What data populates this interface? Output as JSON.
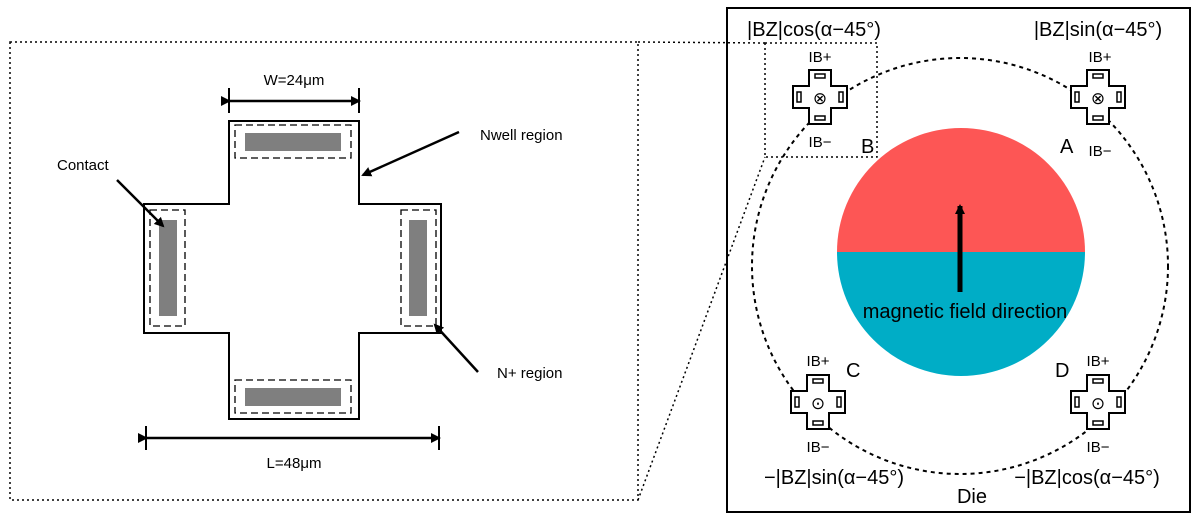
{
  "left_panel": {
    "width_label": "W=24μm",
    "length_label": "L=48μm",
    "contact_label": "Contact",
    "nwell_label": "Nwell region",
    "nplus_label": "N+ region"
  },
  "right_panel": {
    "die_label": "Die",
    "field_label": "magnetic field direction",
    "colors": {
      "north": "#fd5655",
      "south": "#00adc6"
    },
    "sensors": {
      "b": {
        "id": "B",
        "formula": "|BZ|cos(α−45°)",
        "i_plus": "IB+",
        "i_minus": "IB−",
        "symbol": "⊗"
      },
      "a": {
        "id": "A",
        "formula": "|BZ|sin(α−45°)",
        "i_plus": "IB+",
        "i_minus": "IB−",
        "symbol": "⊗"
      },
      "c": {
        "id": "C",
        "formula": "−|BZ|sin(α−45°)",
        "i_plus": "IB+",
        "i_minus": "IB−",
        "symbol": "⊙"
      },
      "d": {
        "id": "D",
        "formula": "−|BZ|cos(α−45°)",
        "i_plus": "IB+",
        "i_minus": "IB−",
        "symbol": "⊙"
      }
    }
  }
}
